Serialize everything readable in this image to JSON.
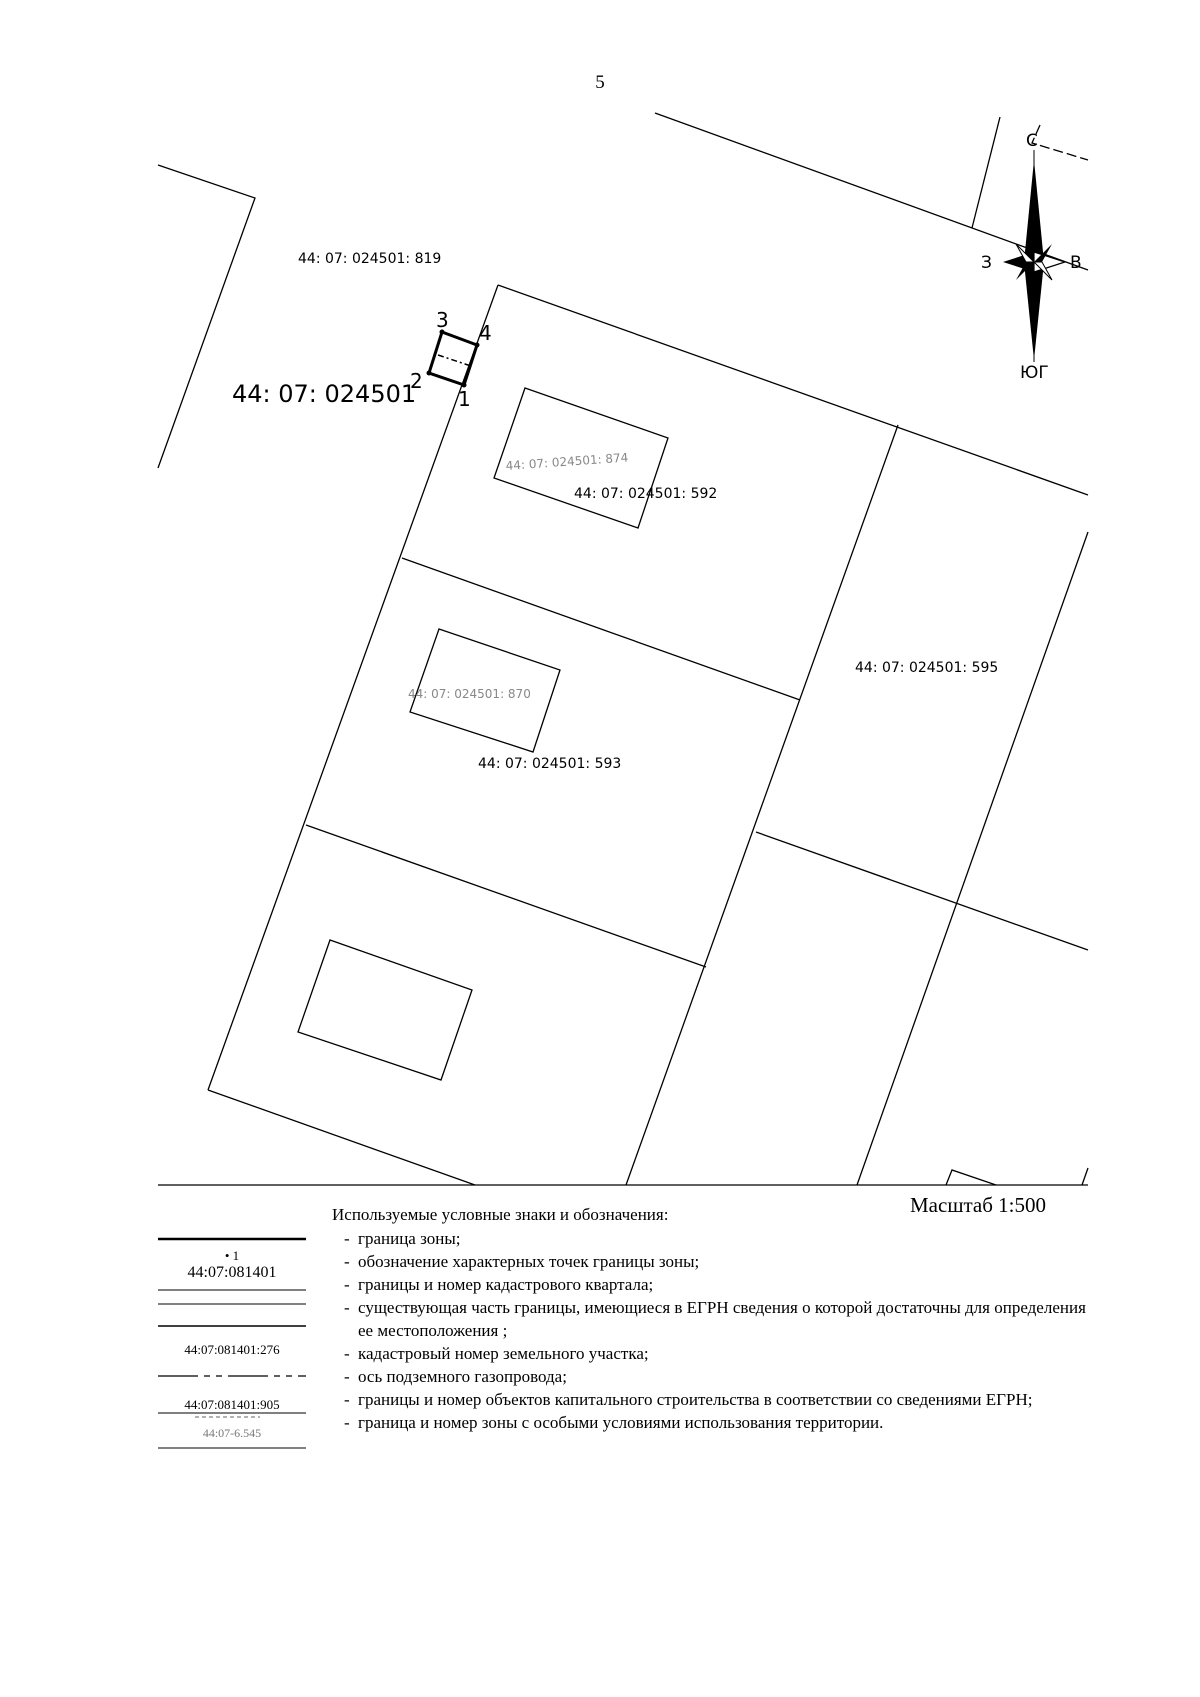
{
  "page": {
    "number": "5"
  },
  "map": {
    "compass": {
      "north": "С",
      "south": "ЮГ",
      "west": "З",
      "east": "В"
    },
    "quarter_label": "44: 07: 024501",
    "parcel_labels": [
      "44: 07: 024501: 819",
      "44: 07: 024501: 592",
      "44: 07: 024501: 593",
      "44: 07: 024501: 595"
    ],
    "building_labels": [
      "44: 07: 024501: 874",
      "44: 07: 024501: 870"
    ],
    "point_labels": [
      "1",
      "2",
      "3",
      "4"
    ]
  },
  "scale": "Масштаб 1:500",
  "legend": {
    "title": "Используемые условные знаки и обозначения:",
    "items": [
      {
        "text": "граница зоны;"
      },
      {
        "text": "обозначение характерных точек границы зоны;",
        "symbol_point": "• 1",
        "symbol_code": "44:07:081401"
      },
      {
        "text": "границы и номер кадастрового квартала;"
      },
      {
        "text": "существующая часть границы, имеющиеся в ЕГРН сведения о которой достаточны для определения ее местоположения ;"
      },
      {
        "text": "кадастровый номер земельного участка;",
        "symbol_code": "44:07:081401:276"
      },
      {
        "text": "ось подземного газопровода;"
      },
      {
        "text": "границы и номер объектов капитального строительства в соответствии со сведениями ЕГРН;",
        "symbol_code": "44:07:081401:905"
      },
      {
        "text": "граница и номер зоны с особыми условиями использования территории.",
        "symbol_code": "44:07-6.545"
      }
    ]
  }
}
